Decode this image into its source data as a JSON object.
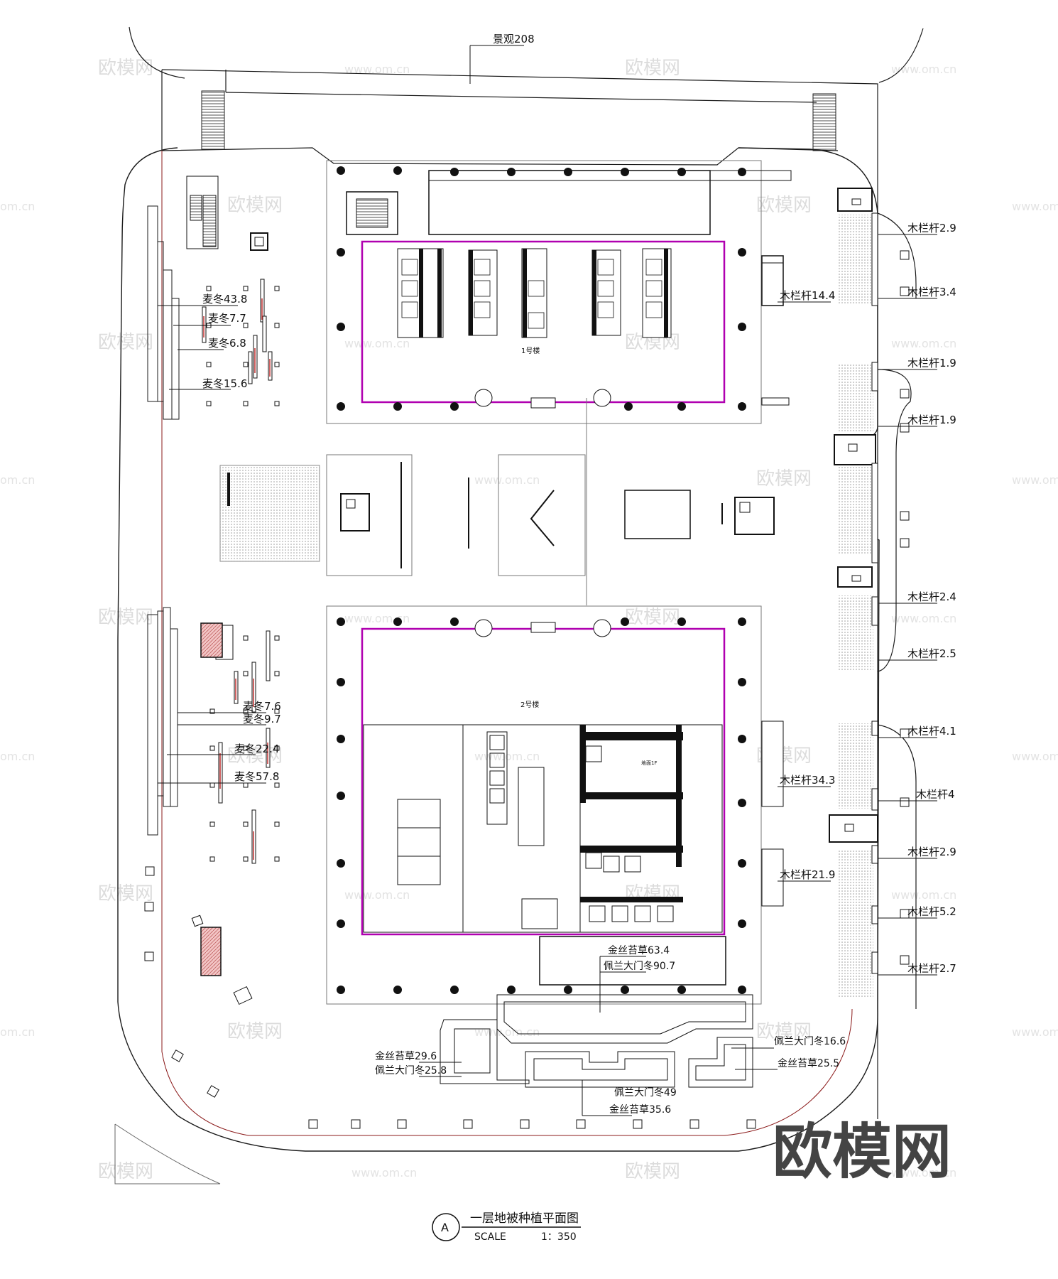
{
  "plan": {
    "north_road_label": "景观208",
    "building1_label": "1号楼",
    "building2_label": "2号楼",
    "title": "一层地被种植平面图",
    "marker": "A",
    "scale_word": "SCALE",
    "scale_value": "1：350",
    "small_note": "地面1F"
  },
  "watermark": {
    "brand": "欧模网",
    "url": "www.om.cn",
    "edge_url": "om.cn"
  },
  "annotations": {
    "west_top": [
      "麦冬43.8",
      "麦冬7.7",
      "麦冬6.8",
      "麦冬15.6"
    ],
    "west_mid": [
      "麦冬7.6",
      "麦冬9.7",
      "麦冬22.4",
      "麦冬57.8"
    ],
    "east_center": [
      "木栏杆14.4",
      "木栏杆34.3",
      "木栏杆21.9"
    ],
    "east_edge": [
      "木栏杆2.9",
      "木栏杆3.4",
      "木栏杆1.9",
      "木栏杆1.9",
      "木栏杆2.4",
      "木栏杆2.5",
      "木栏杆4.1",
      "木栏杆4",
      "木栏杆2.9",
      "木栏杆5.2",
      "木栏杆2.7"
    ],
    "south_center": [
      "金丝苔草63.4",
      "佩兰大门冬90.7"
    ],
    "south_west": [
      "金丝苔草29.6",
      "佩兰大门冬25.8"
    ],
    "south_east": [
      "佩兰大门冬16.6",
      "金丝苔草25.5"
    ],
    "south_bottom": [
      "佩兰大门冬49",
      "金丝苔草35.6"
    ]
  },
  "colors": {
    "line": "#1a1a1a",
    "boundary": "#8b1a1a",
    "building_outline": "#b000b0",
    "hatch_red": "#e9a3a3"
  }
}
